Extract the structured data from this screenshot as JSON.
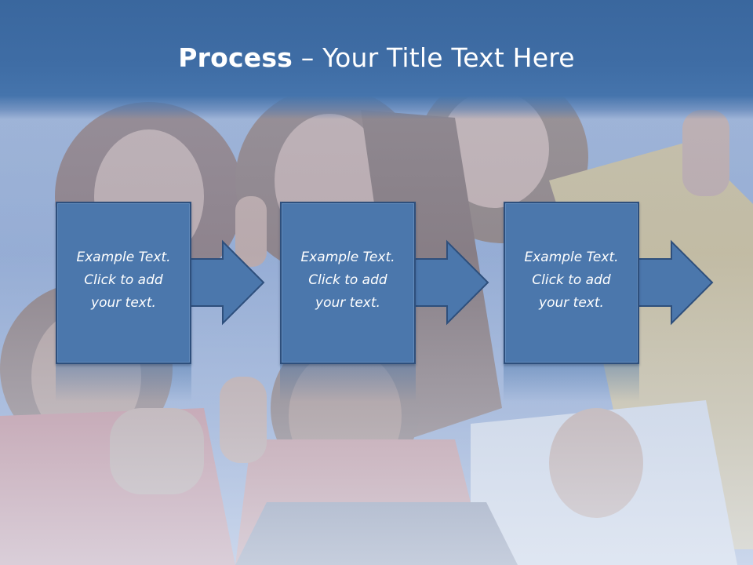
{
  "title": {
    "bold": "Process",
    "rest": " – Your Title Text Here"
  },
  "steps": [
    {
      "text": "Example Text.\nClick  to add\nyour text."
    },
    {
      "text": "Example Text.\nClick  to add\nyour text."
    },
    {
      "text": "Example Text.\nClick  to add\nyour text."
    }
  ],
  "colors": {
    "title_band": "#3f6da5",
    "box_fill": "#4b77ac",
    "box_border": "#2e4f7c"
  }
}
